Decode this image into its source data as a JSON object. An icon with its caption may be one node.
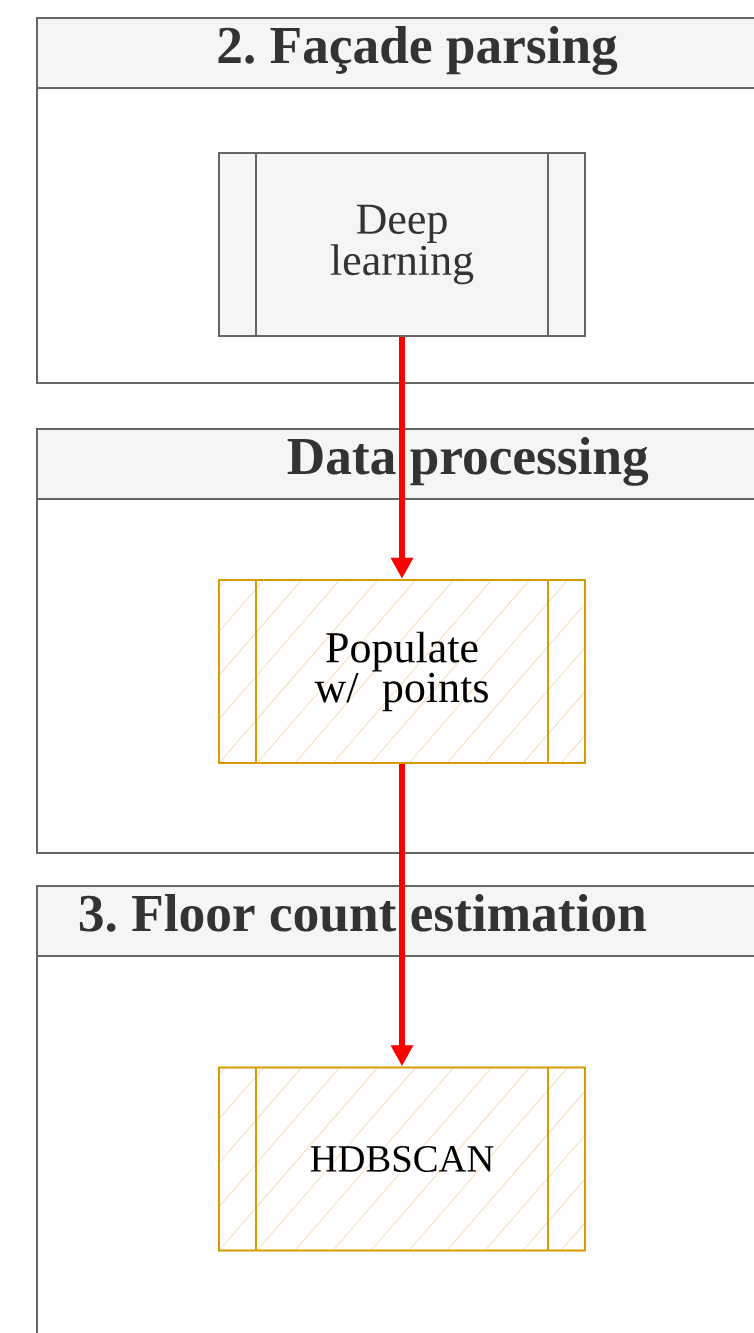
{
  "diagram": {
    "nodes": [
      {
        "text": [
          "2. Façade parsing"
        ]
      },
      {
        "text": [
          "Deep learning"
        ],
        "in": 0
      },
      {
        "text": [
          "Data processing"
        ]
      },
      {
        "text": [
          "Populate w/ points"
        ],
        "in": 2
      },
      {
        "text": [
          "3. Floor count estimation"
        ]
      },
      {
        "text": [
          "HDBSCAN"
        ],
        "in": 4
      }
    ],
    "edges": [
      {
        "from": 1,
        "to": 3,
        "arrow": "to"
      },
      {
        "from": 3,
        "to": 5,
        "arrow": "to"
      }
    ]
  }
}
